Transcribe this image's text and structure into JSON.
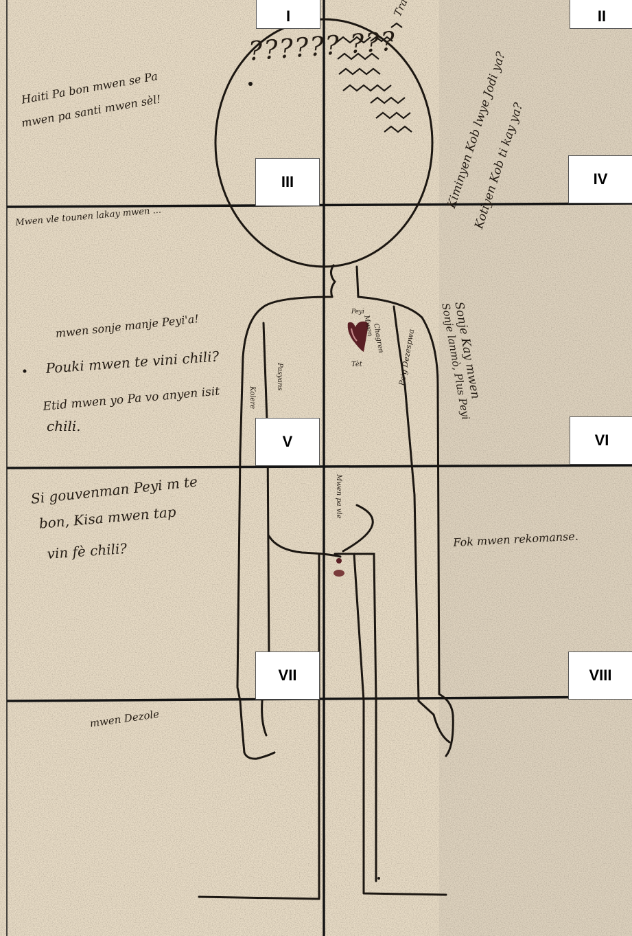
{
  "quadrant_labels": [
    "I",
    "II",
    "III",
    "IV",
    "V",
    "VI",
    "VII",
    "VIII"
  ],
  "head": {
    "question_marks": "?????? ???",
    "travay": "Travay"
  },
  "notes": {
    "haiti": "Haiti Pa bon mwen se Pa",
    "haiti_2": "mwen pa santi mwen sèl!",
    "mwen_vle": "Mwen vle tounen lakay mwen ...",
    "kiminyen": "Kiminyen Kob lwye Jodi ya?",
    "kotiyen": "Kotiyen Kob ti kay ya?",
    "mwen_sonje": "mwen sonje manje Peyi'a!",
    "pouki": "Pouki mwen te vini chili?",
    "etid": "Etid mwen yo Pa vo anyen isit",
    "etid_2": "chili.",
    "sonje_kay": "Sonje Kay mwen",
    "sonje_lanmo": "Sonje lanmò, Plus Peyi",
    "si_gouvenman": "Si gouvenman Peyi m te",
    "bon_kisa": "bon, Kisa mwen tap",
    "vin_fe": "vin fè chili?",
    "fok": "Fok mwen rekomanse.",
    "mwen_dezole": "mwen Dezole",
    "heart_top": "Peyi",
    "heart_mid": "Mwen",
    "heart_bottom": "Tèt",
    "chagren": "Chagren",
    "left_arm": "Kolere",
    "left_arm_2": "Pasyans",
    "right_arm": "Pa'g Dezespwa",
    "belly": "Mwen pa vle"
  },
  "colors": {
    "paper": "#e8dcc6",
    "ink": "#1c1712",
    "grid_line": "#141414",
    "heart": "#5a1f24"
  }
}
